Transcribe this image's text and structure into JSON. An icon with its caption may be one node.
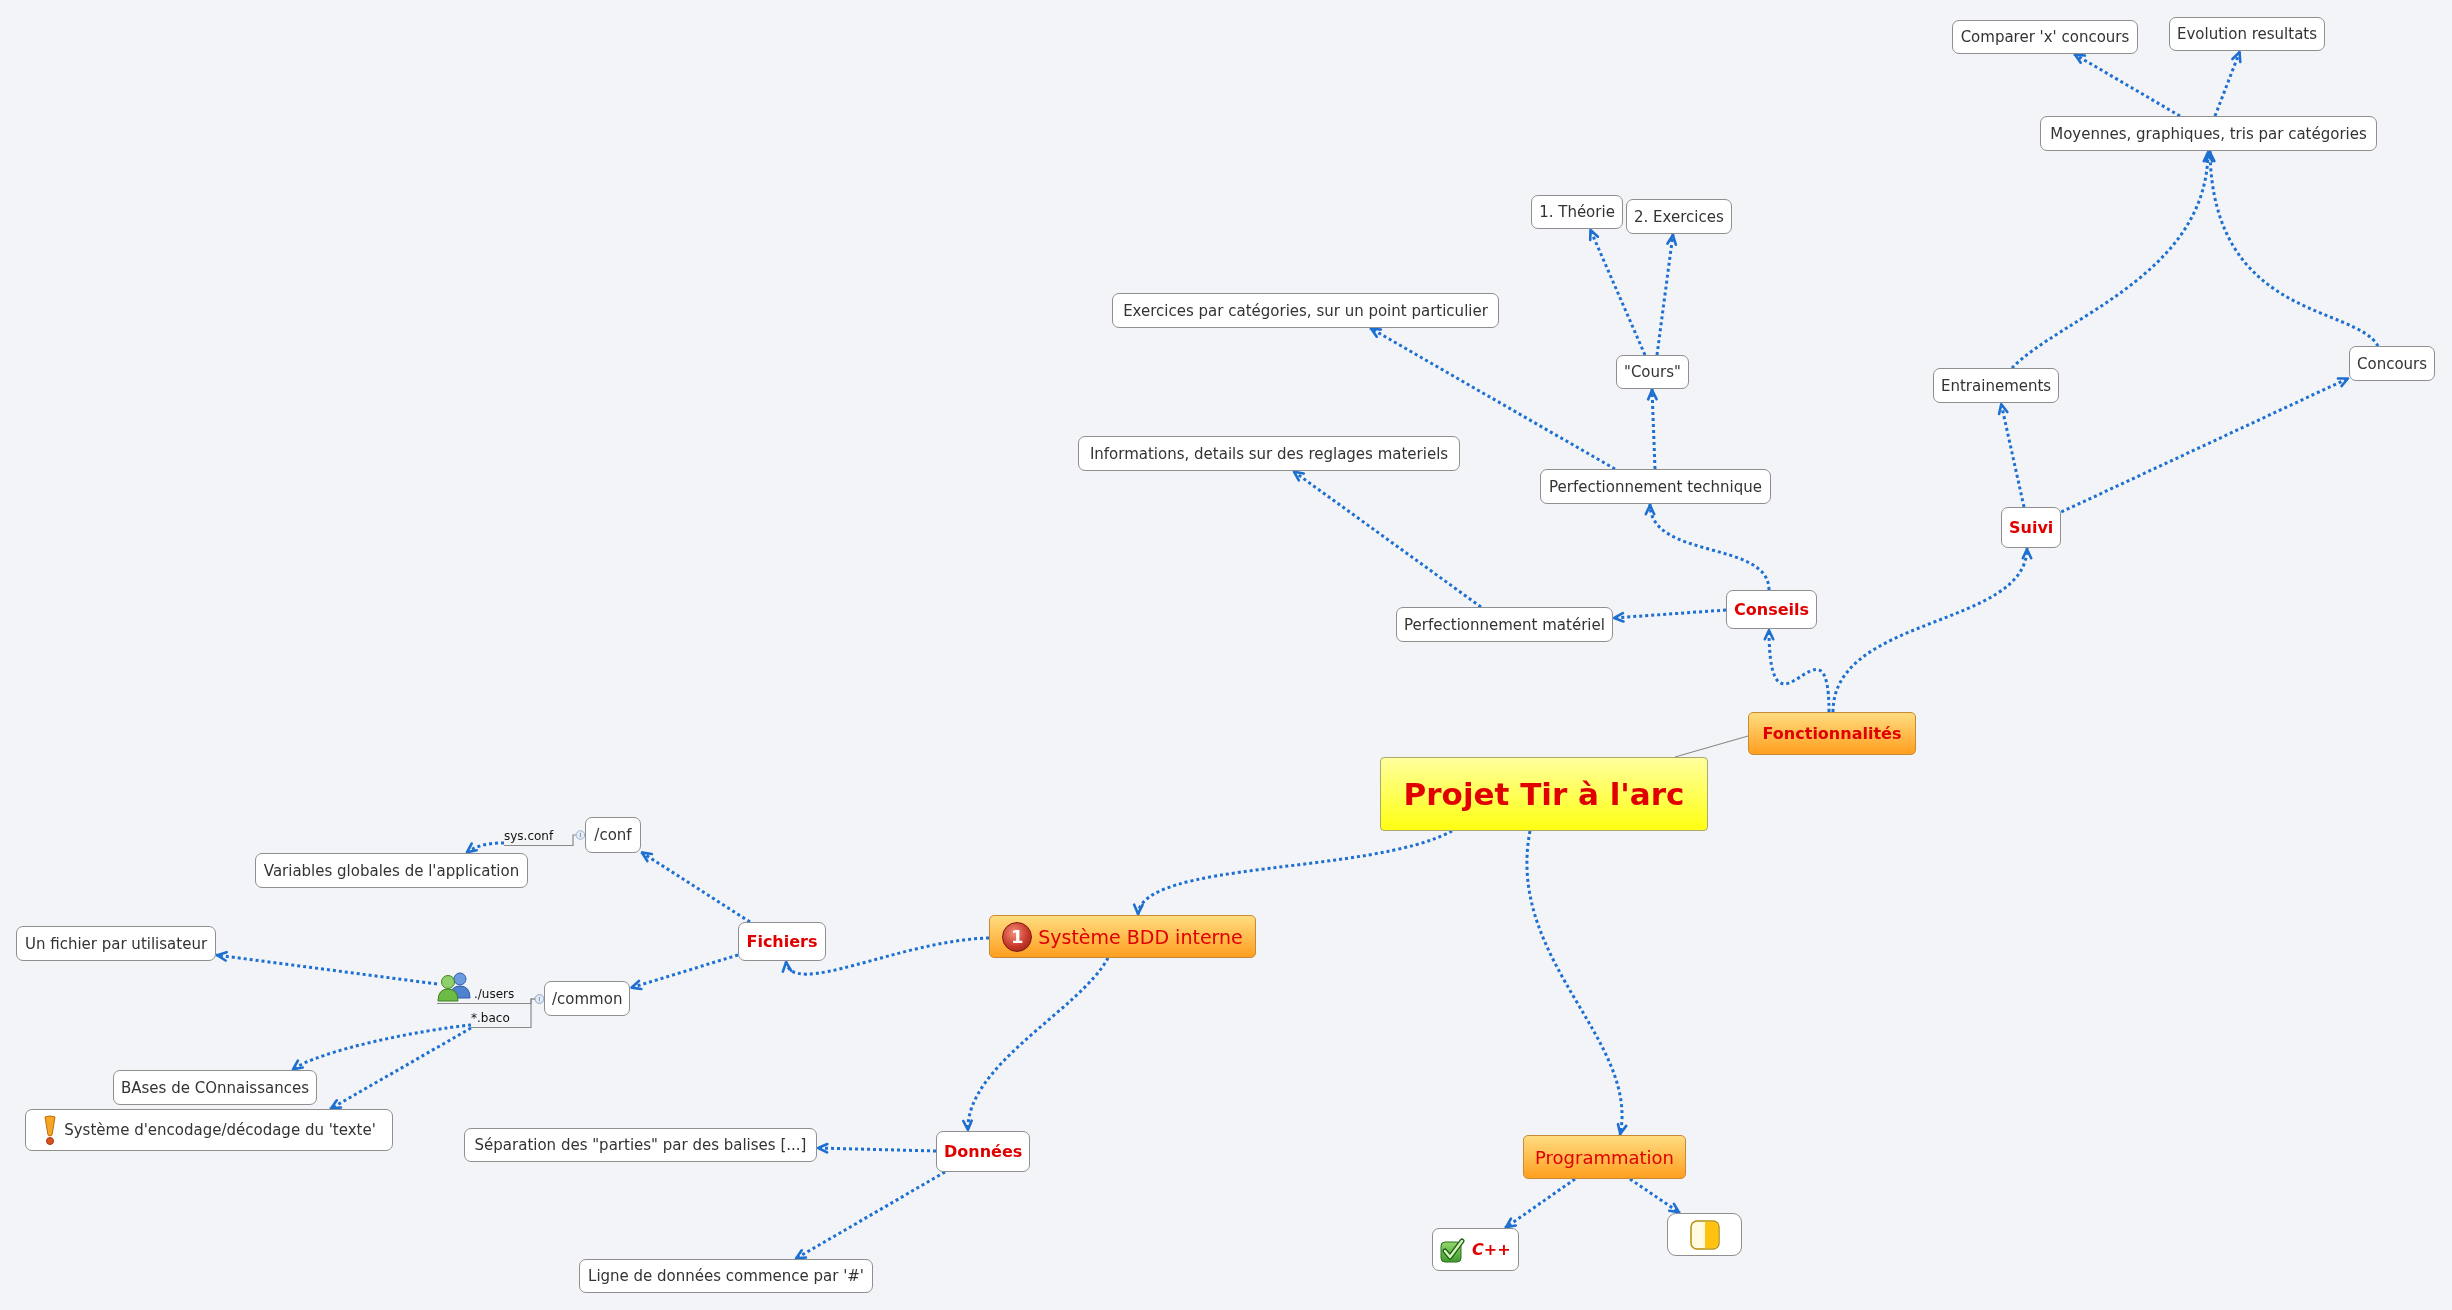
{
  "diagram": {
    "nodes": [
      {
        "text": [
          "Projet Tir à l'arc"
        ]
      },
      {
        "text": [
          "Fonctionnalités"
        ]
      },
      {
        "text": [
          "Conseils"
        ]
      },
      {
        "text": [
          "Perfectionnement matériel"
        ]
      },
      {
        "text": [
          "Informations, details sur des reglages materiels"
        ]
      },
      {
        "text": [
          "Perfectionnement technique"
        ]
      },
      {
        "text": [
          "Exercices par catégories, sur un point particulier"
        ]
      },
      {
        "text": [
          "\"Cours\""
        ]
      },
      {
        "text": [
          "1. Théorie"
        ]
      },
      {
        "text": [
          "2. Exercices"
        ]
      },
      {
        "text": [
          "Suivi"
        ]
      },
      {
        "text": [
          "Entrainements"
        ]
      },
      {
        "text": [
          "Concours"
        ]
      },
      {
        "text": [
          "Moyennes, graphiques, tris par catégories"
        ]
      },
      {
        "text": [
          "Comparer 'x' concours"
        ]
      },
      {
        "text": [
          "Evolution resultats"
        ]
      },
      {
        "text": [
          "Système BDD interne"
        ]
      },
      {
        "text": [
          "Fichiers"
        ]
      },
      {
        "text": [
          "/conf"
        ]
      },
      {
        "text": [
          "sys.conf"
        ]
      },
      {
        "text": [
          "Variables globales de l'application"
        ]
      },
      {
        "text": [
          "/common"
        ]
      },
      {
        "text": [
          "./users"
        ]
      },
      {
        "text": [
          "Un fichier par utilisateur"
        ]
      },
      {
        "text": [
          "*.baco"
        ]
      },
      {
        "text": [
          "BAses de COnnaissances"
        ]
      },
      {
        "text": [
          "Système d'encodage/décodage du 'texte'"
        ]
      },
      {
        "text": [
          "Données"
        ]
      },
      {
        "text": [
          "Séparation des \"parties\" par des balises [...]"
        ]
      },
      {
        "text": [
          "Ligne de données commence par '#'"
        ]
      },
      {
        "text": [
          "Programmation"
        ]
      },
      {
        "text": [
          "C++"
        ]
      },
      {
        "text": [],
        "shape": "box"
      }
    ],
    "edges": [
      {
        "from": 0,
        "to": 1,
        "arrow": "none",
        "color": "#8a8a8a"
      },
      {
        "from": 1,
        "to": 2,
        "arrow": "to",
        "style": "dashed"
      },
      {
        "from": 1,
        "to": 10,
        "arrow": "to",
        "style": "dashed"
      },
      {
        "from": 2,
        "to": 3,
        "arrow": "to",
        "style": "dashed"
      },
      {
        "from": 2,
        "to": 5,
        "arrow": "to",
        "style": "dashed"
      },
      {
        "from": 3,
        "to": 4,
        "arrow": "to",
        "style": "dashed"
      },
      {
        "from": 5,
        "to": 6,
        "arrow": "to",
        "style": "dashed"
      },
      {
        "from": 5,
        "to": 7,
        "arrow": "to",
        "style": "dashed"
      },
      {
        "from": 7,
        "to": 8,
        "arrow": "to",
        "style": "dashed"
      },
      {
        "from": 7,
        "to": 9,
        "arrow": "to",
        "style": "dashed"
      },
      {
        "from": 10,
        "to": 11,
        "arrow": "to",
        "style": "dashed"
      },
      {
        "from": 10,
        "to": 12,
        "arrow": "to",
        "style": "dashed"
      },
      {
        "from": 11,
        "to": 13,
        "arrow": "to",
        "style": "dashed"
      },
      {
        "from": 12,
        "to": 13,
        "arrow": "to",
        "style": "dashed"
      },
      {
        "from": 13,
        "to": 14,
        "arrow": "to",
        "style": "dashed"
      },
      {
        "from": 13,
        "to": 15,
        "arrow": "to",
        "style": "dashed"
      },
      {
        "from": 0,
        "to": 16,
        "arrow": "to",
        "style": "dashed"
      },
      {
        "from": 0,
        "to": 30,
        "arrow": "to",
        "style": "dashed"
      },
      {
        "from": 16,
        "to": 17,
        "arrow": "to",
        "style": "dashed"
      },
      {
        "from": 16,
        "to": 27,
        "arrow": "to",
        "style": "dashed"
      },
      {
        "from": 17,
        "to": 18,
        "arrow": "to",
        "style": "dashed"
      },
      {
        "from": 17,
        "to": 21,
        "arrow": "to",
        "style": "dashed"
      },
      {
        "from": 19,
        "to": 18,
        "arrow": "other",
        "color": "#8a8a8a"
      },
      {
        "from": 19,
        "to": 20,
        "arrow": "to",
        "style": "dashed"
      },
      {
        "from": 22,
        "to": 21,
        "arrow": "other",
        "color": "#8a8a8a"
      },
      {
        "from": 24,
        "to": 21,
        "arrow": "other",
        "color": "#8a8a8a"
      },
      {
        "from": 22,
        "to": 23,
        "arrow": "to",
        "style": "dashed"
      },
      {
        "from": 24,
        "to": 25,
        "arrow": "to",
        "style": "dashed"
      },
      {
        "from": 24,
        "to": 26,
        "arrow": "to",
        "style": "dashed"
      },
      {
        "from": 27,
        "to": 28,
        "arrow": "to",
        "style": "dashed"
      },
      {
        "from": 27,
        "to": 29,
        "arrow": "to",
        "style": "dashed"
      },
      {
        "from": 30,
        "to": 31,
        "arrow": "to",
        "style": "dashed"
      },
      {
        "from": 30,
        "to": 32,
        "arrow": "to",
        "style": "dashed"
      }
    ],
    "labels": [
      "1"
    ]
  }
}
